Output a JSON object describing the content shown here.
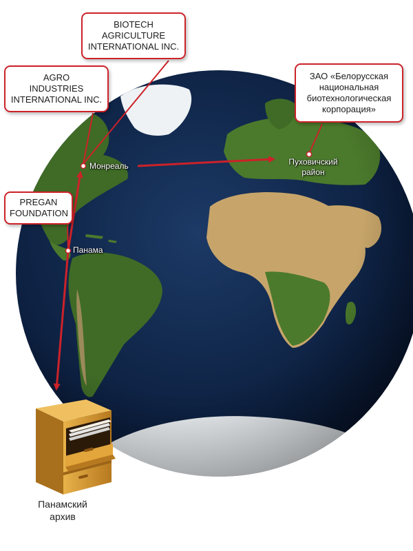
{
  "map": {
    "colors": {
      "ocean": "#0c1f3f",
      "arrow": "#cc2229",
      "land_green": "#3f6b26",
      "land_desert": "#c7a56a",
      "ice": "#eef2f5",
      "cabinet": "#d49a33"
    },
    "callouts": [
      {
        "id": "biotech",
        "name": "biotech-agriculture-callout",
        "lines": [
          "BIOTECH",
          "AGRICULTURE",
          "INTERNATIONAL INC."
        ]
      },
      {
        "id": "agro",
        "name": "agro-industries-callout",
        "lines": [
          "AGRO",
          "INDUSTRIES",
          "INTERNATIONAL INC."
        ]
      },
      {
        "id": "pregan",
        "name": "pregan-foundation-callout",
        "lines": [
          "PREGAN",
          "FOUNDATION"
        ]
      },
      {
        "id": "zao",
        "name": "zao-belarus-biotech-callout",
        "lines": [
          "ЗАО «Белорусская",
          "национальная",
          "биотехнологическая",
          "корпорация»"
        ]
      }
    ],
    "places": [
      {
        "id": "montreal",
        "name": "place-montreal",
        "lines": [
          "Монреаль"
        ]
      },
      {
        "id": "panama",
        "name": "place-panama",
        "lines": [
          "Панама"
        ]
      },
      {
        "id": "pukhovichi",
        "name": "place-pukhovichi",
        "lines": [
          "Пуховичский",
          "район"
        ]
      }
    ],
    "archive": {
      "icon": "file-cabinet-icon",
      "lines": [
        "Панамский",
        "архив"
      ]
    }
  }
}
